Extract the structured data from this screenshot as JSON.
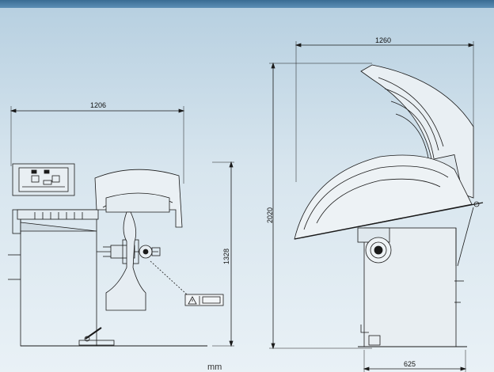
{
  "header": {
    "bar_color": "#4a7ba3"
  },
  "front_view": {
    "width_label": "1206",
    "height_label": "1328",
    "warning_icon": "warning-triangle-icon"
  },
  "side_view": {
    "width_label": "1260",
    "height_label": "2020",
    "base_label": "625"
  },
  "units": "mm",
  "colors": {
    "line": "#1a1a1a",
    "background": "#d4e3ed"
  }
}
